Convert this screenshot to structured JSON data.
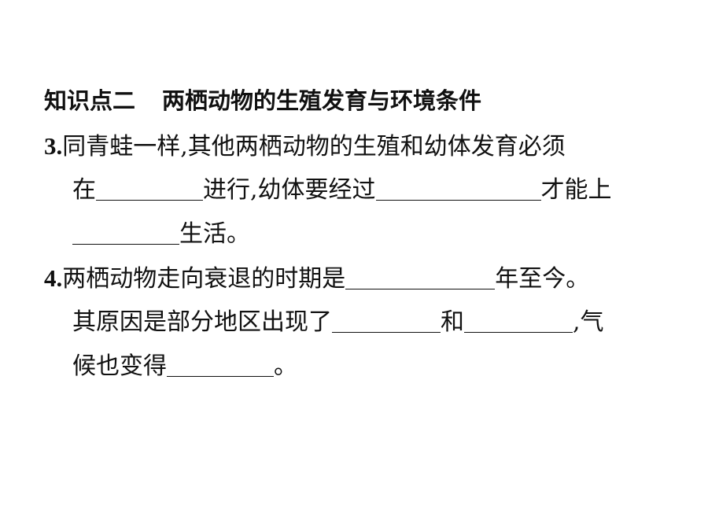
{
  "section": {
    "label": "知识点二",
    "title": "两栖动物的生殖发育与环境条件"
  },
  "q3": {
    "number": "3",
    "dot": ".",
    "line1": "同青蛙一样,其他两栖动物的生殖和幼体发育必须",
    "line2_a": "在",
    "line2_b": "进行,幼体要经过",
    "line2_c": "才能上",
    "line3_a": "生活。"
  },
  "q4": {
    "number": "4",
    "dot": ".",
    "line1_a": "两栖动物走向衰退的时期是",
    "line1_b": "年至今。",
    "line2_a": "其原因是部分地区出现了",
    "line2_b": "和",
    "line2_c": ",气",
    "line3_a": "候也变得",
    "line3_b": "。"
  }
}
